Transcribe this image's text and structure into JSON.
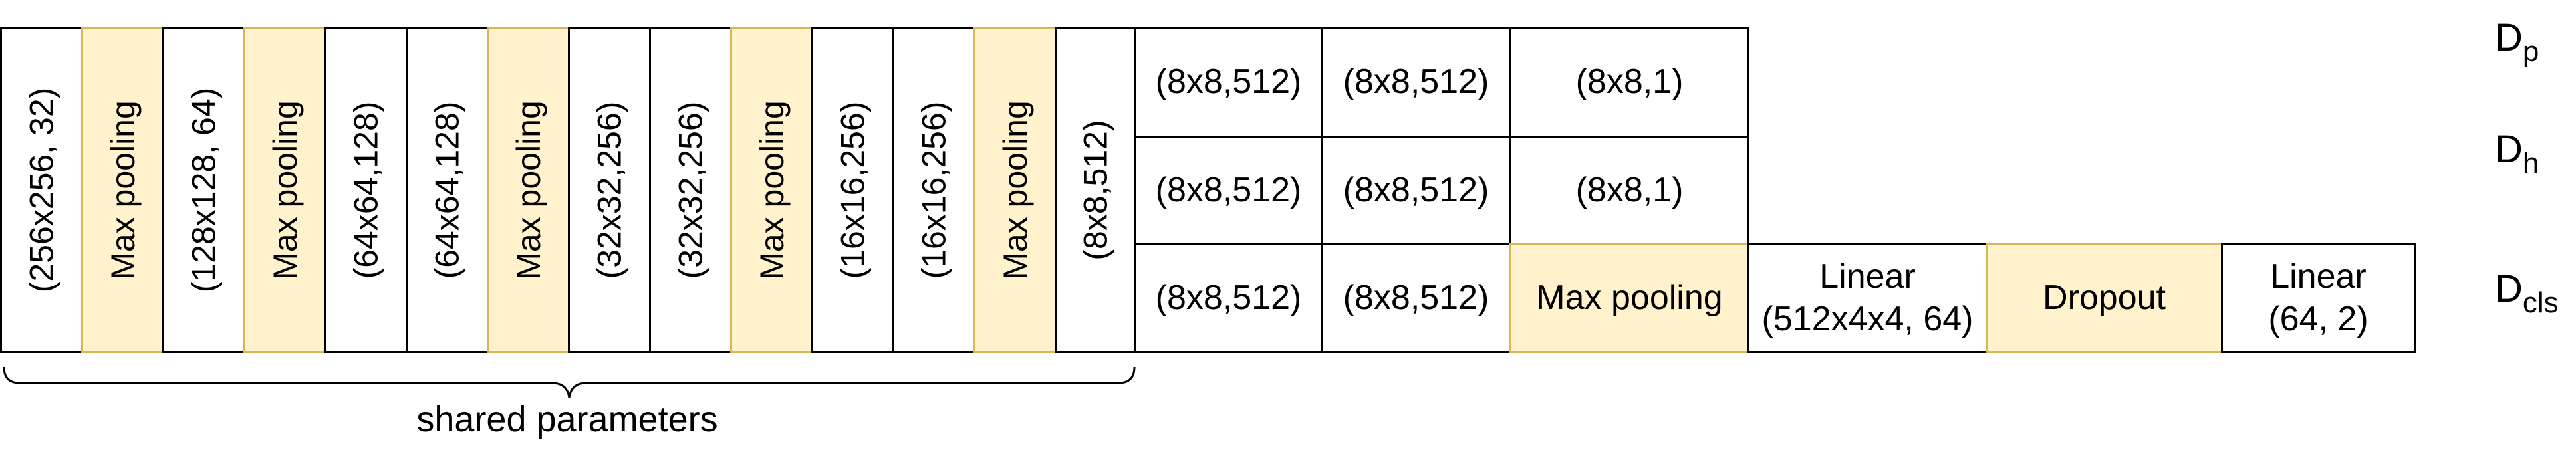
{
  "shared_layers": [
    {
      "label": "(256x256, 32)",
      "kind": "conv"
    },
    {
      "label": "Max pooling",
      "kind": "pool"
    },
    {
      "label": "(128x128, 64)",
      "kind": "conv"
    },
    {
      "label": "Max pooling",
      "kind": "pool"
    },
    {
      "label": "(64x64,128)",
      "kind": "conv"
    },
    {
      "label": "(64x64,128)",
      "kind": "conv"
    },
    {
      "label": "Max pooling",
      "kind": "pool"
    },
    {
      "label": "(32x32,256)",
      "kind": "conv"
    },
    {
      "label": "(32x32,256)",
      "kind": "conv"
    },
    {
      "label": "Max pooling",
      "kind": "pool"
    },
    {
      "label": "(16x16,256)",
      "kind": "conv"
    },
    {
      "label": "(16x16,256)",
      "kind": "conv"
    },
    {
      "label": "Max pooling",
      "kind": "pool"
    },
    {
      "label": "(8x8,512)",
      "kind": "conv"
    }
  ],
  "rows": [
    {
      "label_main": "D",
      "label_sub": "p",
      "layers": [
        {
          "text": [
            "(8x8,512)"
          ],
          "kind": "conv"
        },
        {
          "text": [
            "(8x8,512)"
          ],
          "kind": "conv"
        },
        {
          "text": [
            "(8x8,1)"
          ],
          "kind": "conv"
        }
      ]
    },
    {
      "label_main": "D",
      "label_sub": "h",
      "layers": [
        {
          "text": [
            "(8x8,512)"
          ],
          "kind": "conv"
        },
        {
          "text": [
            "(8x8,512)"
          ],
          "kind": "conv"
        },
        {
          "text": [
            "(8x8,1)"
          ],
          "kind": "conv"
        }
      ]
    },
    {
      "label_main": "D",
      "label_sub": "cls",
      "layers": [
        {
          "text": [
            "(8x8,512)"
          ],
          "kind": "conv"
        },
        {
          "text": [
            "(8x8,512)"
          ],
          "kind": "conv"
        },
        {
          "text": [
            "Max pooling"
          ],
          "kind": "pool"
        },
        {
          "text": [
            "Linear",
            "(512x4x4, 64)"
          ],
          "kind": "linear"
        },
        {
          "text": [
            "Dropout"
          ],
          "kind": "pool"
        },
        {
          "text": [
            "Linear",
            "(64, 2)"
          ],
          "kind": "linear"
        }
      ]
    }
  ],
  "brace_label": "shared parameters",
  "colors": {
    "pool_fill": "#fff2cc",
    "pool_stroke": "#d6b656",
    "stroke": "#000000"
  }
}
